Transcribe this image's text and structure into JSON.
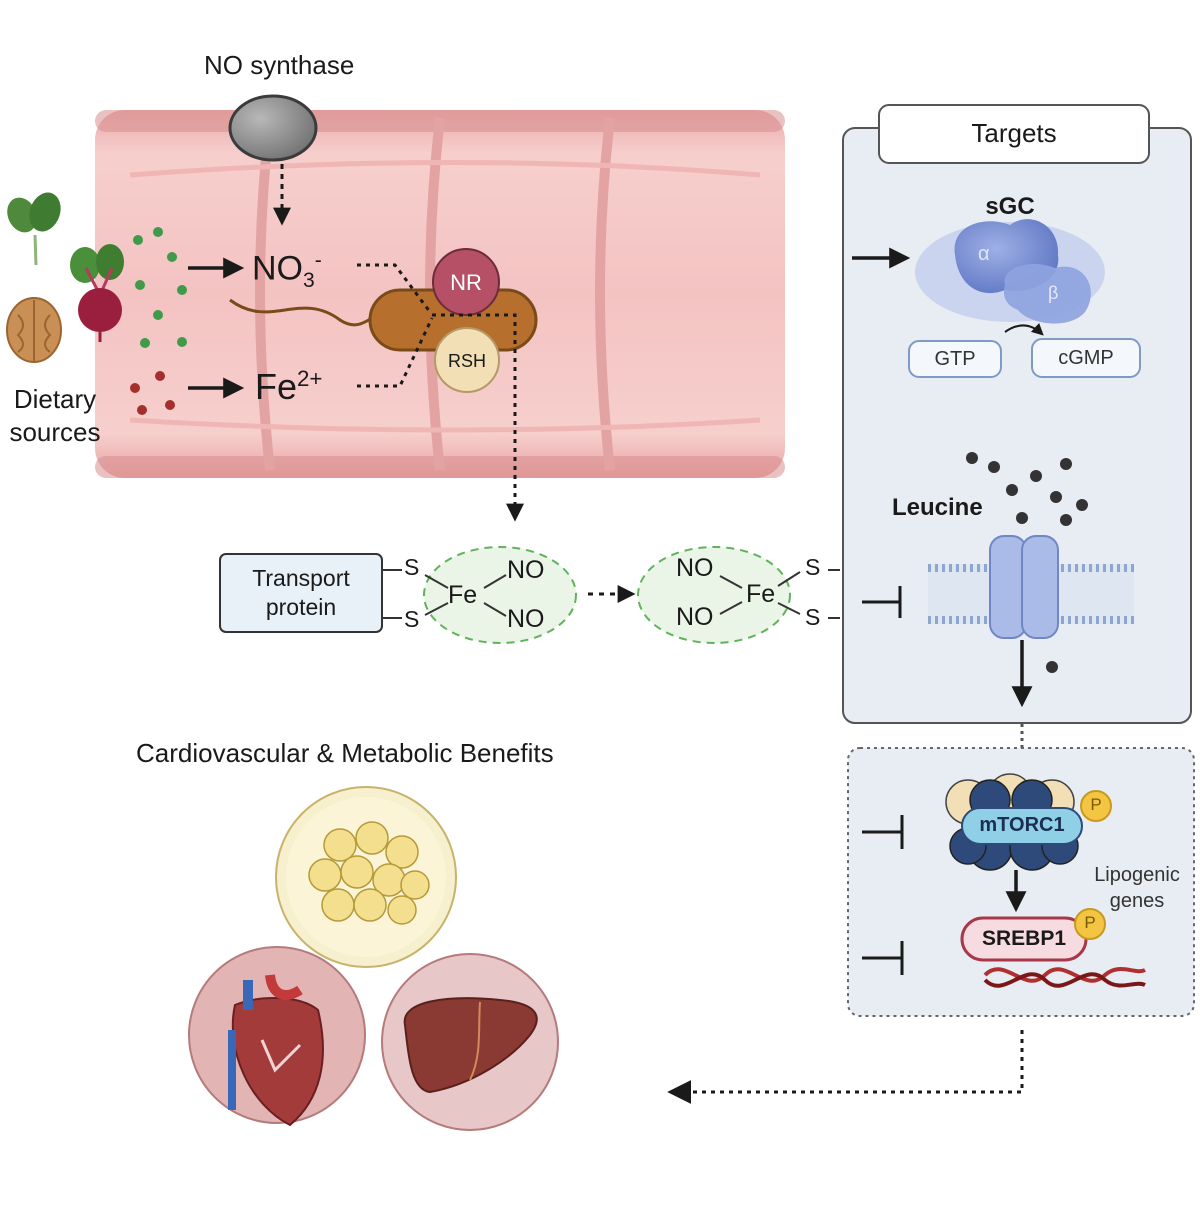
{
  "labels": {
    "no_synthase": "NO synthase",
    "dietary_sources_line1": "Dietary",
    "dietary_sources_line2": "sources",
    "nitrate_base": "NO",
    "nitrate_sub": "3",
    "nitrate_sup": "-",
    "iron_base": "Fe",
    "iron_sup": "2+",
    "nr": "NR",
    "rsh": "RSH",
    "transport_line1": "Transport",
    "transport_line2": "protein",
    "complex_left": {
      "s_top": "S",
      "s_bottom": "S",
      "fe": "Fe",
      "no_top": "NO",
      "no_bottom": "NO"
    },
    "complex_right": {
      "s_top": "S",
      "s_bottom": "S",
      "fe": "Fe",
      "no_top": "NO",
      "no_bottom": "NO"
    },
    "targets_title": "Targets",
    "sgc": "sGC",
    "alpha": "α",
    "beta": "β",
    "gtp": "GTP",
    "cgmp": "cGMP",
    "leucine": "Leucine",
    "mtorc1": "mTORC1",
    "p_mtorc1": "P",
    "srebp1": "SREBP1",
    "p_srebp1": "P",
    "lipogenic_line1": "Lipogenic",
    "lipogenic_line2": "genes",
    "benefits_title": "Cardiovascular & Metabolic Benefits"
  },
  "icons": [
    "spinach-icon",
    "beetroot-icon",
    "walnut-icon",
    "bacterium-icon",
    "sgc-enzyme-icon",
    "amino-acid-transporter-icon",
    "mtorc1-complex-icon",
    "dna-icon",
    "adipose-tissue-icon",
    "heart-icon",
    "liver-icon"
  ],
  "colors": {
    "intestine": "#f2c0c0",
    "bacterium": "#b76f2e",
    "nr": "#b55066",
    "rsh": "#f2dfb5",
    "targets_panel": "#e8edf3",
    "protein_blue": "#7d93cf",
    "phosphate": "#f4c542",
    "dna_red": "#c0392b",
    "fat": "#f3df8e",
    "heart": "#a33b3b",
    "liver": "#8b3a33"
  }
}
